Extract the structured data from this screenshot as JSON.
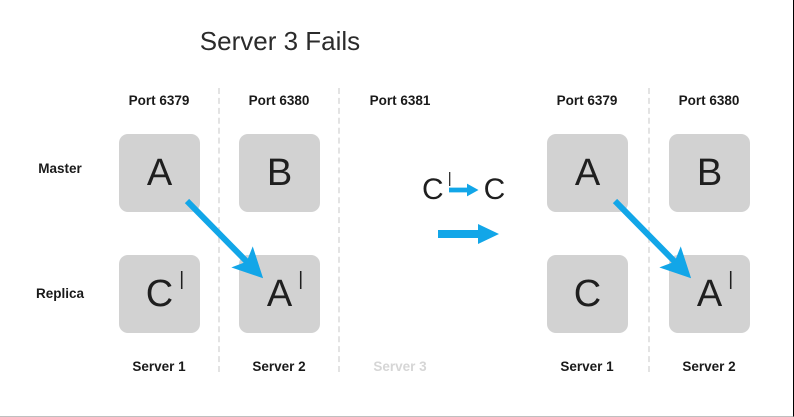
{
  "slide": {
    "title": "Server 3 Fails",
    "accent_color": "#12a6e8",
    "node_color": "#d2d2d2",
    "text_color": "#1a1a1a",
    "faded_color": "#d6d6d6",
    "background": "#ffffff"
  },
  "row_labels": {
    "master": "Master",
    "replica": "Replica"
  },
  "left_cluster": {
    "ports": [
      "Port 6379",
      "Port 6380",
      "Port 6381"
    ],
    "servers": [
      "Server 1",
      "Server 2",
      "Server 3"
    ],
    "masters": [
      "A",
      "B",
      ""
    ],
    "master_primes": [
      "",
      "",
      ""
    ],
    "replicas": [
      "C",
      "A",
      ""
    ],
    "replica_primes": [
      "|",
      "|",
      ""
    ]
  },
  "right_cluster": {
    "ports": [
      "Port 6379",
      "Port 6380"
    ],
    "servers": [
      "Server 1",
      "Server 2"
    ],
    "masters": [
      "A",
      "B"
    ],
    "master_primes": [
      "",
      ""
    ],
    "replicas": [
      "C",
      "A"
    ],
    "replica_primes": [
      "",
      "|"
    ]
  },
  "transition": {
    "from_label": "C",
    "from_prime": "|",
    "to_label": "C",
    "arrow_icon": "right-arrow-icon",
    "big_arrow_icon": "right-arrow-icon"
  }
}
